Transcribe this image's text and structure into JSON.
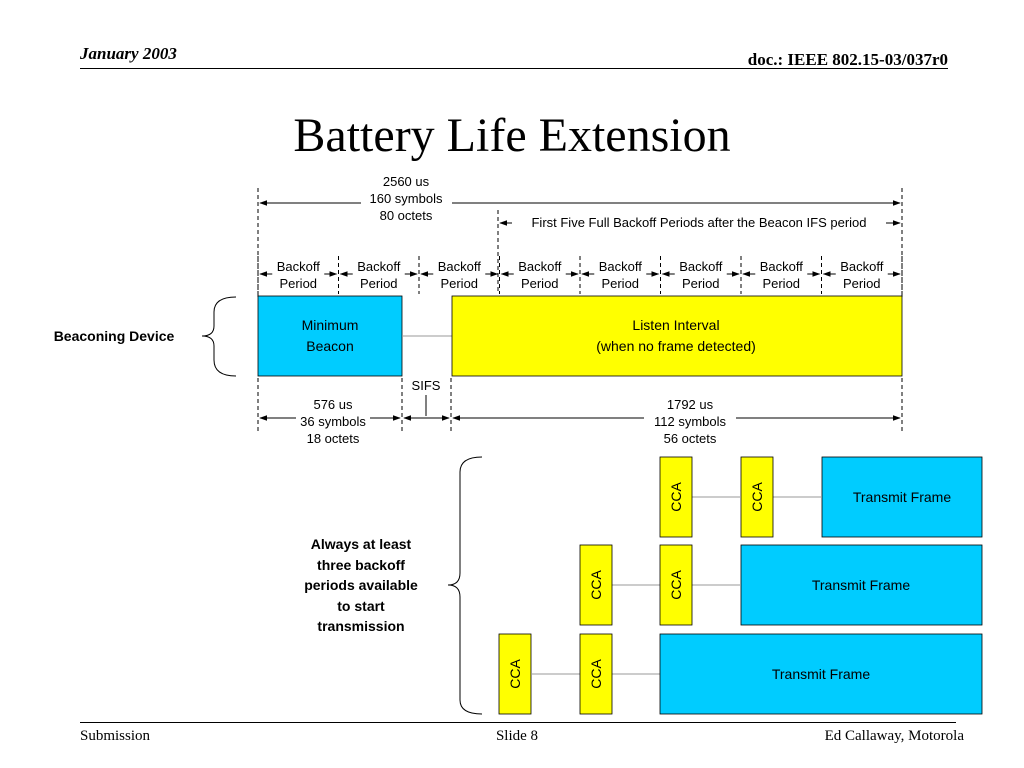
{
  "header": {
    "date": "January 2003",
    "doc": "doc.: IEEE 802.15-03/037r0"
  },
  "title": "Battery Life Extension",
  "footer": {
    "left": "Submission",
    "center": "Slide 8",
    "right": "Ed Callaway, Motorola"
  },
  "colors": {
    "beacon_blue": "#00ccff",
    "listen_yellow": "#ffff00",
    "cca_yellow": "#ffff00",
    "transmit_blue": "#00ccff"
  },
  "diagram": {
    "top_dimension": [
      "2560 us",
      "160 symbols",
      "80 octets"
    ],
    "first_five_label": "First Five Full Backoff Periods after the Beacon IFS period",
    "backoff_periods": [
      [
        "Backoff",
        "Period"
      ],
      [
        "Backoff",
        "Period"
      ],
      [
        "Backoff",
        "Period"
      ],
      [
        "Backoff",
        "Period"
      ],
      [
        "Backoff",
        "Period"
      ],
      [
        "Backoff",
        "Period"
      ],
      [
        "Backoff",
        "Period"
      ],
      [
        "Backoff",
        "Period"
      ]
    ],
    "beaconing_device_label": "Beaconing Device",
    "minimum_beacon": [
      "Minimum",
      "Beacon"
    ],
    "listen_interval": [
      "Listen Interval",
      "(when no frame detected)"
    ],
    "sifs": "SIFS",
    "beacon_dimension": [
      "576 us",
      "36 symbols",
      "18 octets"
    ],
    "listen_dimension": [
      "1792 us",
      "112 symbols",
      "56 octets"
    ],
    "note": [
      "Always at least",
      "three backoff",
      "periods available",
      "to start",
      "transmission"
    ],
    "cca_label": "CCA",
    "transmit_label": "Transmit Frame"
  }
}
